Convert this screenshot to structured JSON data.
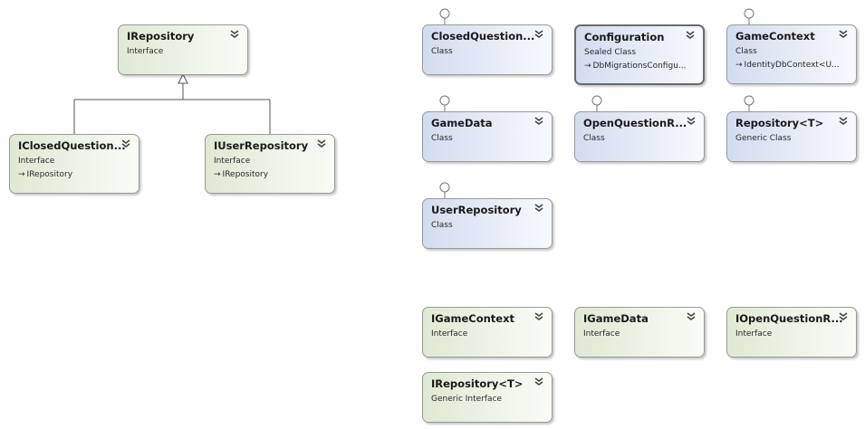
{
  "diagram": {
    "colors": {
      "class_fill_start": "#d3dcf0",
      "interface_fill_start": "#dfe9d2",
      "border": "#9a9a9a",
      "connector": "#555555"
    },
    "shapes": [
      {
        "id": "irepository",
        "name": "IRepository",
        "kind": "Interface",
        "style": "interface"
      },
      {
        "id": "iclosedquestion",
        "name": "IClosedQuestion...",
        "kind": "Interface",
        "base": "IRepository",
        "style": "interface"
      },
      {
        "id": "iuserrepository",
        "name": "IUserRepository",
        "kind": "Interface",
        "base": "IRepository",
        "style": "interface"
      },
      {
        "id": "closedquestion",
        "name": "ClosedQuestion...",
        "kind": "Class",
        "style": "class",
        "lollipop": true
      },
      {
        "id": "configuration",
        "name": "Configuration",
        "kind": "Sealed Class",
        "base": "DbMigrationsConfigu...",
        "style": "class",
        "selected": true
      },
      {
        "id": "gamecontext",
        "name": "GameContext",
        "kind": "Class",
        "base": "IdentityDbContext<U...",
        "style": "class",
        "lollipop": true
      },
      {
        "id": "gamedata",
        "name": "GameData",
        "kind": "Class",
        "style": "class",
        "lollipop": true
      },
      {
        "id": "openquestion",
        "name": "OpenQuestionR...",
        "kind": "Class",
        "style": "class",
        "lollipop": true
      },
      {
        "id": "repositoryt",
        "name": "Repository<T>",
        "kind": "Generic Class",
        "style": "class",
        "lollipop": true
      },
      {
        "id": "userrepository",
        "name": "UserRepository",
        "kind": "Class",
        "style": "class",
        "lollipop": true
      },
      {
        "id": "igamecontext",
        "name": "IGameContext",
        "kind": "Interface",
        "style": "interface"
      },
      {
        "id": "igamedata",
        "name": "IGameData",
        "kind": "Interface",
        "style": "interface"
      },
      {
        "id": "iopenquestion",
        "name": "IOpenQuestionR...",
        "kind": "Interface",
        "style": "interface"
      },
      {
        "id": "irepositoryt",
        "name": "IRepository<T>",
        "kind": "Generic Interface",
        "style": "interface"
      }
    ],
    "inheritance": [
      {
        "from": "iclosedquestion",
        "to": "irepository"
      },
      {
        "from": "iuserrepository",
        "to": "irepository"
      }
    ]
  }
}
